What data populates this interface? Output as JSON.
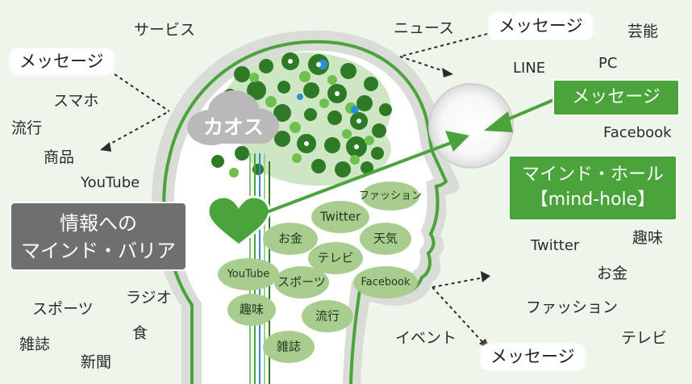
{
  "chaos_label": "カオス",
  "barrier_label": {
    "line1": "情報への",
    "line2": "マインド・バリア"
  },
  "mind_hole_label": {
    "line1": "マインド・ホール",
    "line2": "【mind-hole】"
  },
  "message_label": "メッセージ",
  "left_words": [
    "サービス",
    "スマホ",
    "流行",
    "商品",
    "YouTube",
    "スポーツ",
    "ラジオ",
    "雑誌",
    "食",
    "新聞"
  ],
  "right_words": [
    "ニュース",
    "芸能",
    "LINE",
    "PC",
    "Facebook",
    "Twitter",
    "趣味",
    "お金",
    "ファッション",
    "イベント",
    "テレビ"
  ],
  "mouth_items": [
    "ファッション",
    "Twitter",
    "お金",
    "天気",
    "テレビ",
    "YouTube",
    "スポーツ",
    "Facebook",
    "趣味",
    "流行",
    "雑誌"
  ],
  "colors": {
    "background": "#eef5ea",
    "head_green": "#4aa33b",
    "dark_green": "#2f7a26",
    "oval_green": "#a9cc8f",
    "gray_box": "#6f6f6f",
    "cloud_gray": "#b9b9b9"
  },
  "icons": [
    "heart-icon",
    "chaos-cloud-icon",
    "brain-icon-cluster",
    "mind-hole-circle-icon"
  ]
}
